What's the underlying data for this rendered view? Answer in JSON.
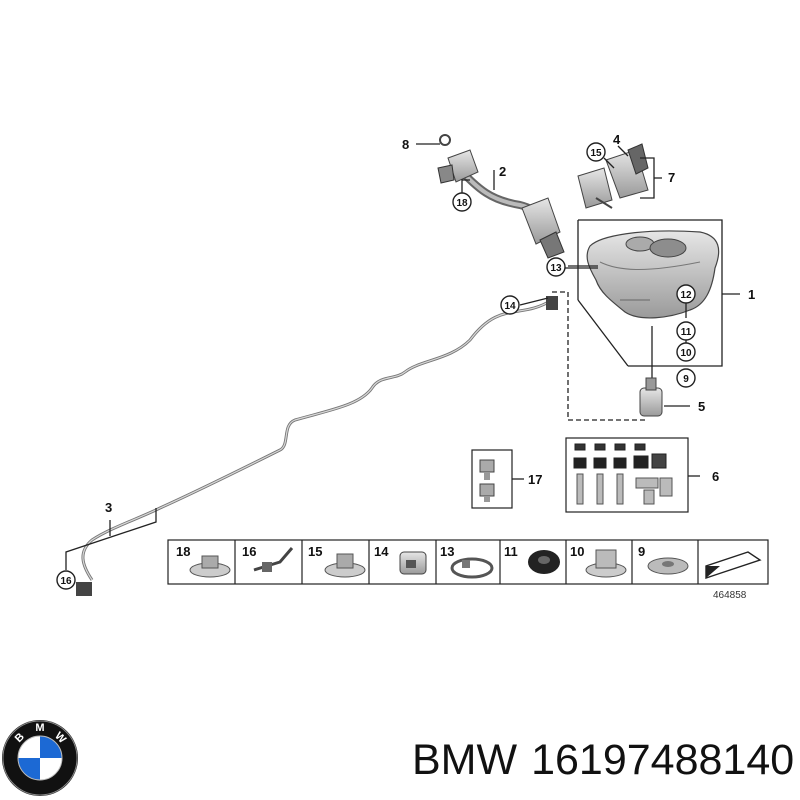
{
  "diagram": {
    "callouts": [
      "1",
      "2",
      "3",
      "4",
      "5",
      "6",
      "7",
      "8",
      "9",
      "10",
      "11",
      "12",
      "13",
      "14",
      "15",
      "16",
      "17",
      "18"
    ],
    "circled_callouts": [
      "9",
      "10",
      "11",
      "12",
      "13",
      "14",
      "15",
      "16",
      "18"
    ],
    "parts_strip": [
      "18",
      "16",
      "15",
      "14",
      "13",
      "11",
      "10",
      "9"
    ],
    "drawing_number": "464858"
  },
  "brand": {
    "logo_letters": "BMW",
    "name": "BMW",
    "part_number": "16197488140"
  },
  "colors": {
    "line": "#222222",
    "part_fill": "#c8c8c8",
    "part_dark": "#555555",
    "logo_blue": "#1c69d4",
    "logo_ring": "#111111"
  }
}
